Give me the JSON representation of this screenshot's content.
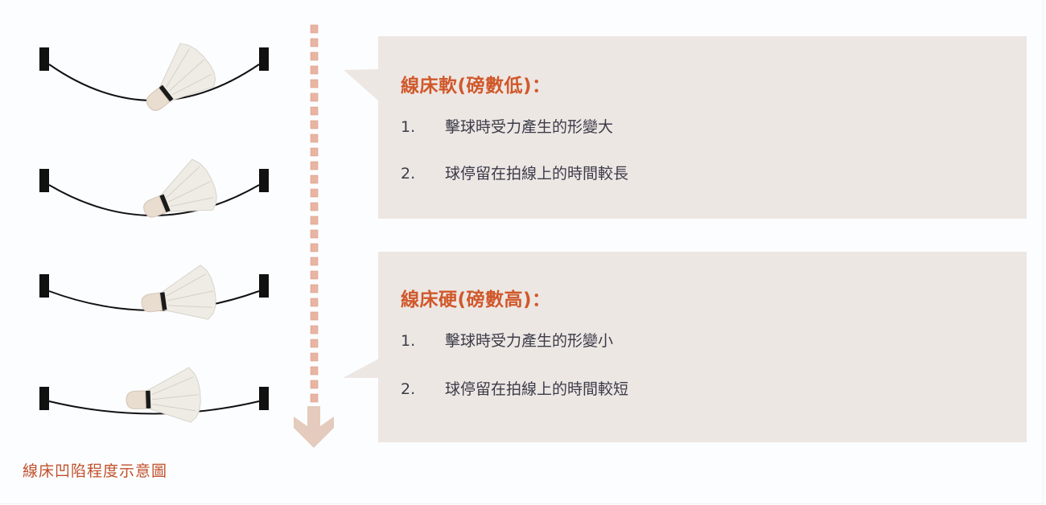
{
  "diagram": {
    "caption": "線床凹陷程度示意圖",
    "states": [
      {
        "label": "string-bed-deflection-1",
        "sag": "large"
      },
      {
        "label": "string-bed-deflection-2",
        "sag": "medium"
      },
      {
        "label": "string-bed-deflection-3",
        "sag": "small"
      },
      {
        "label": "string-bed-deflection-4",
        "sag": "smallest"
      }
    ],
    "arrow": {
      "direction": "down",
      "color": "#e8b4a2",
      "head_color": "#e2c9bb"
    }
  },
  "callouts": [
    {
      "title": "線床軟(磅數低)：",
      "items": [
        {
          "num": "1.",
          "text": "擊球時受力產生的形變大"
        },
        {
          "num": "2.",
          "text": "球停留在拍線上的時間較長"
        }
      ]
    },
    {
      "title": "線床硬(磅數高)：",
      "items": [
        {
          "num": "1.",
          "text": "擊球時受力產生的形變小"
        },
        {
          "num": "2.",
          "text": "球停留在拍線上的時間較短"
        }
      ]
    }
  ],
  "colors": {
    "accent": "#d0582a",
    "caption": "#c1502c",
    "callout_bg": "#ede7e4",
    "body_text": "#3b3b48"
  }
}
